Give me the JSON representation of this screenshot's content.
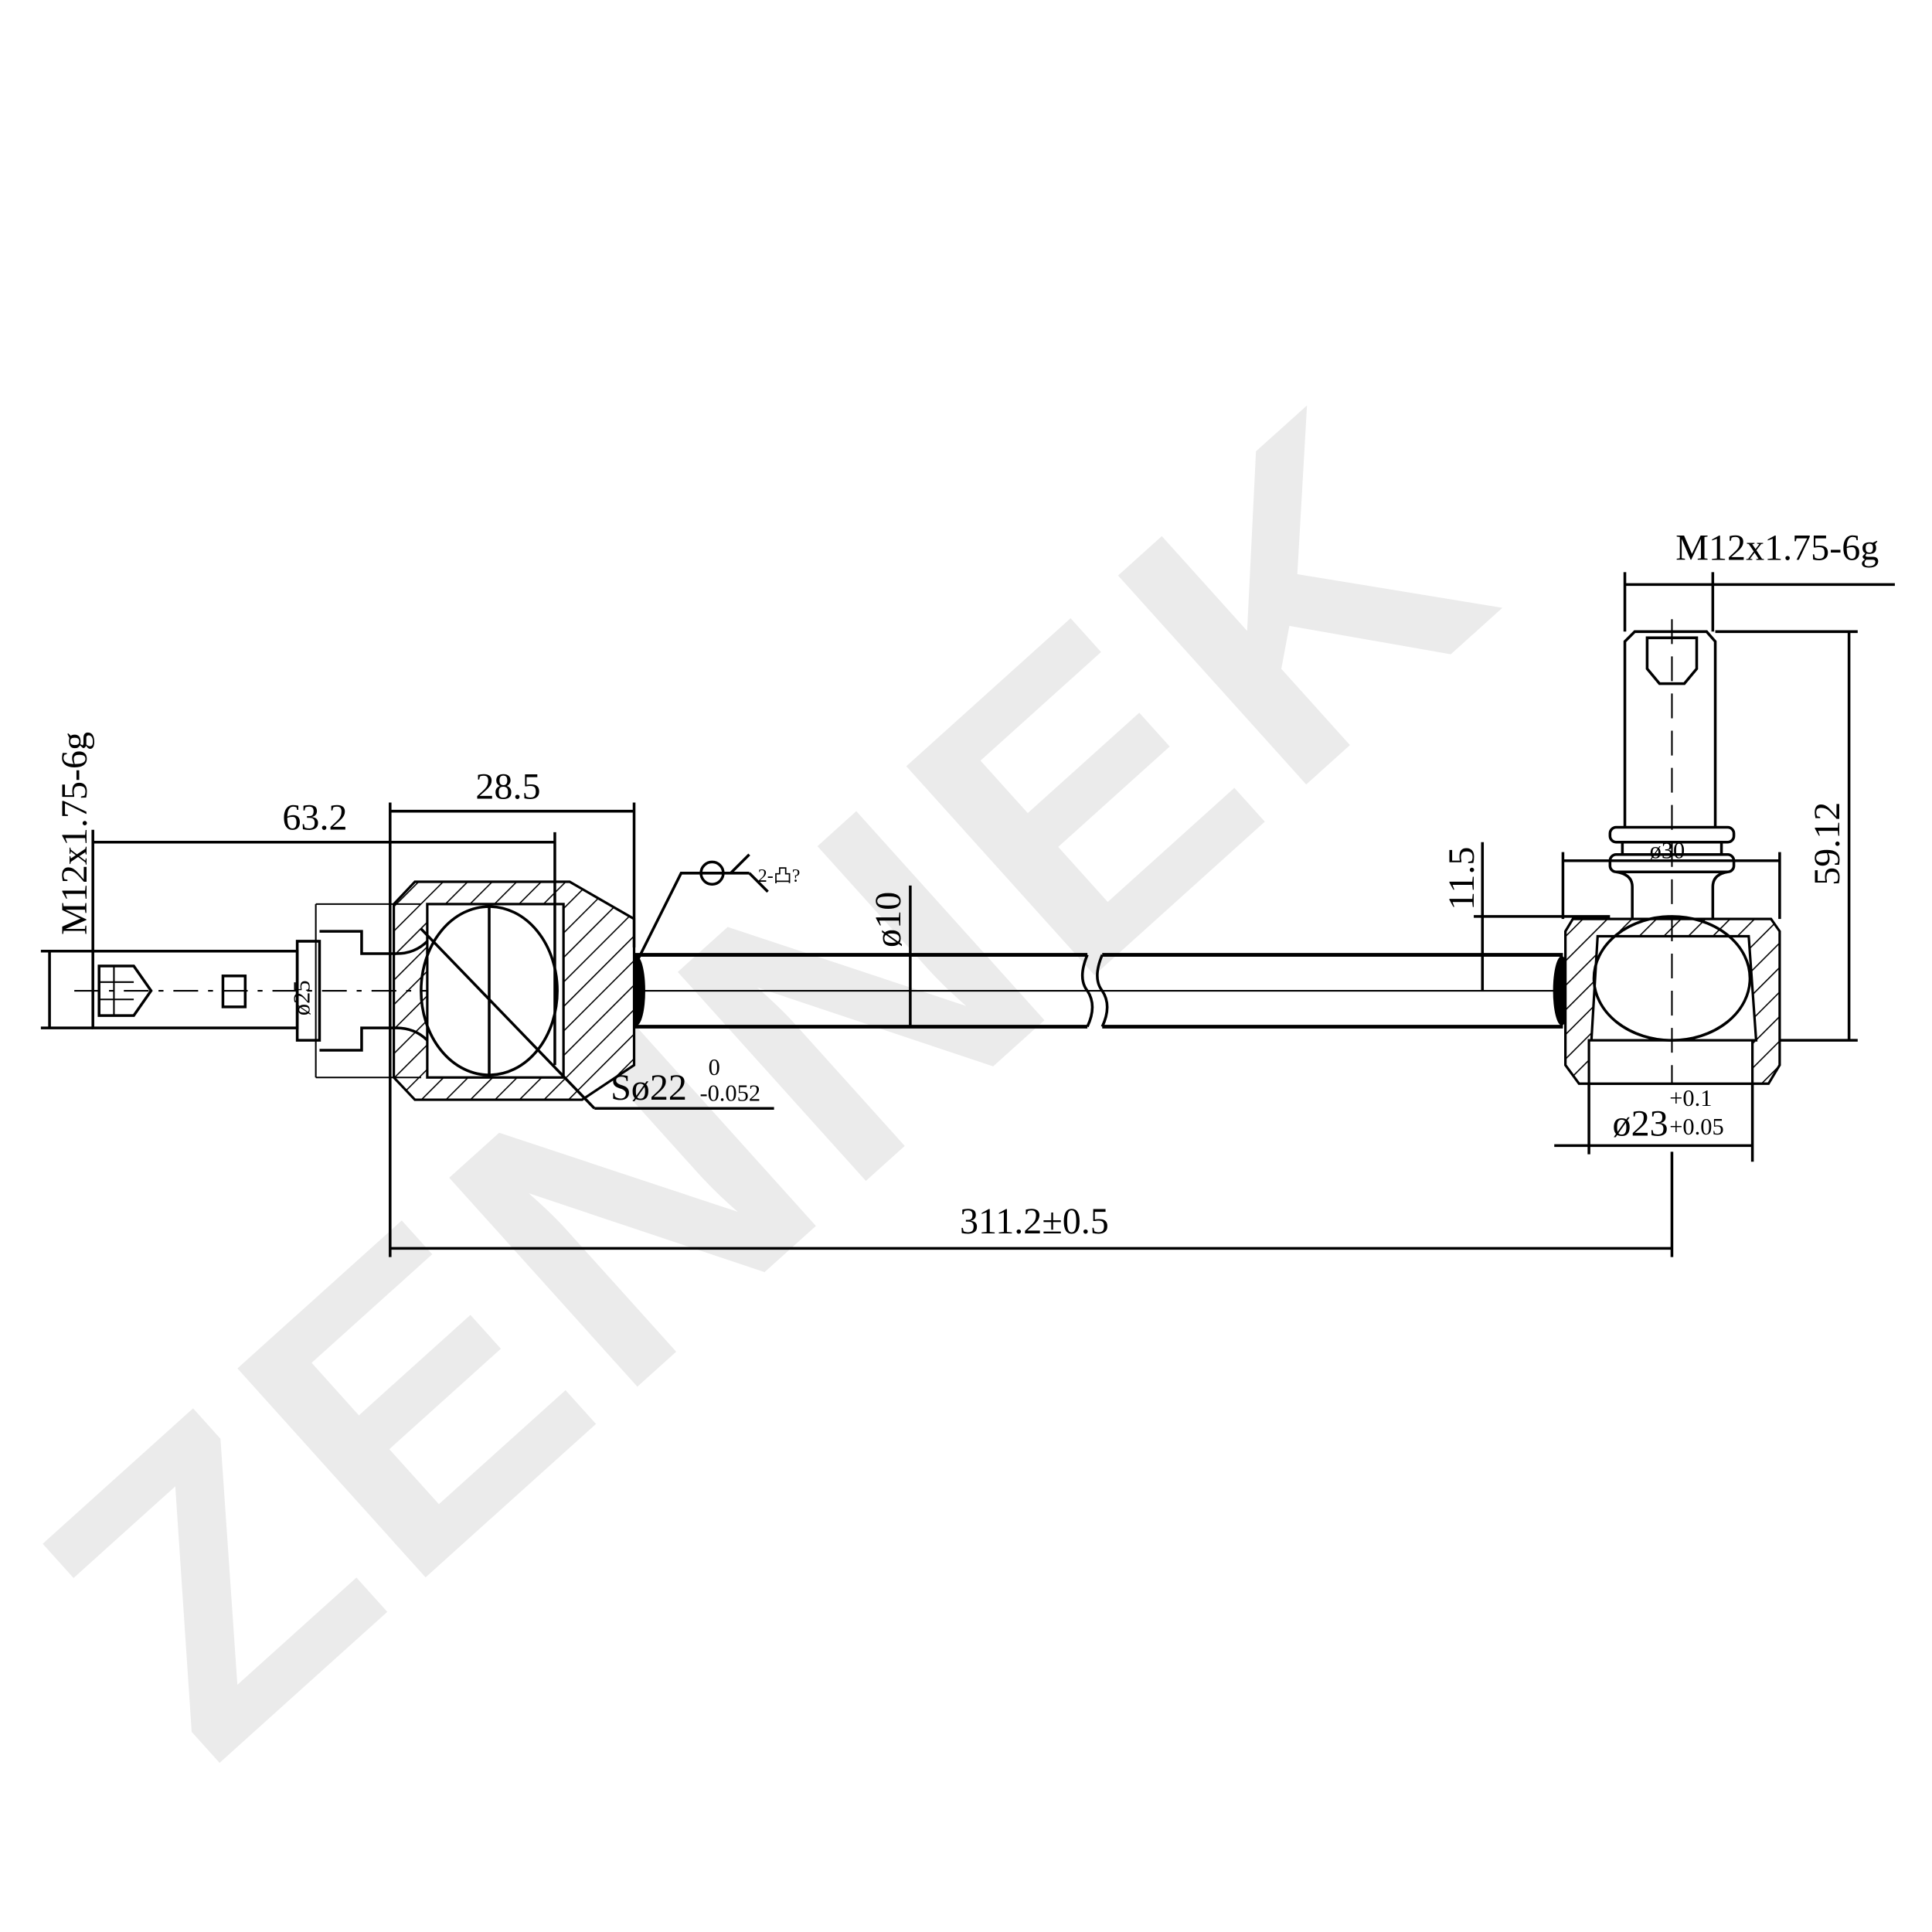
{
  "watermark": {
    "text": "ZENNEK",
    "color": "#ebebeb"
  },
  "dimensions": {
    "left_thread": "M12x1.75-6g",
    "left_length": "63.2",
    "housing_width": "28.5",
    "left_flange_dia": "ø25",
    "ball_dia": "Sø22",
    "ball_tol_upper": "0",
    "ball_tol_lower": "-0.052",
    "weld_symbol": "2-凸?",
    "rod_dia": "ø10",
    "offset": "11.5",
    "right_thread": "M12x1.75-6g",
    "right_height": "59.12",
    "right_collar_dia": "ø30",
    "right_bore_dia": "ø23",
    "right_bore_tol_upper": "+0.1",
    "right_bore_tol_lower": "+0.05",
    "overall_length": "311.2±0.5"
  }
}
